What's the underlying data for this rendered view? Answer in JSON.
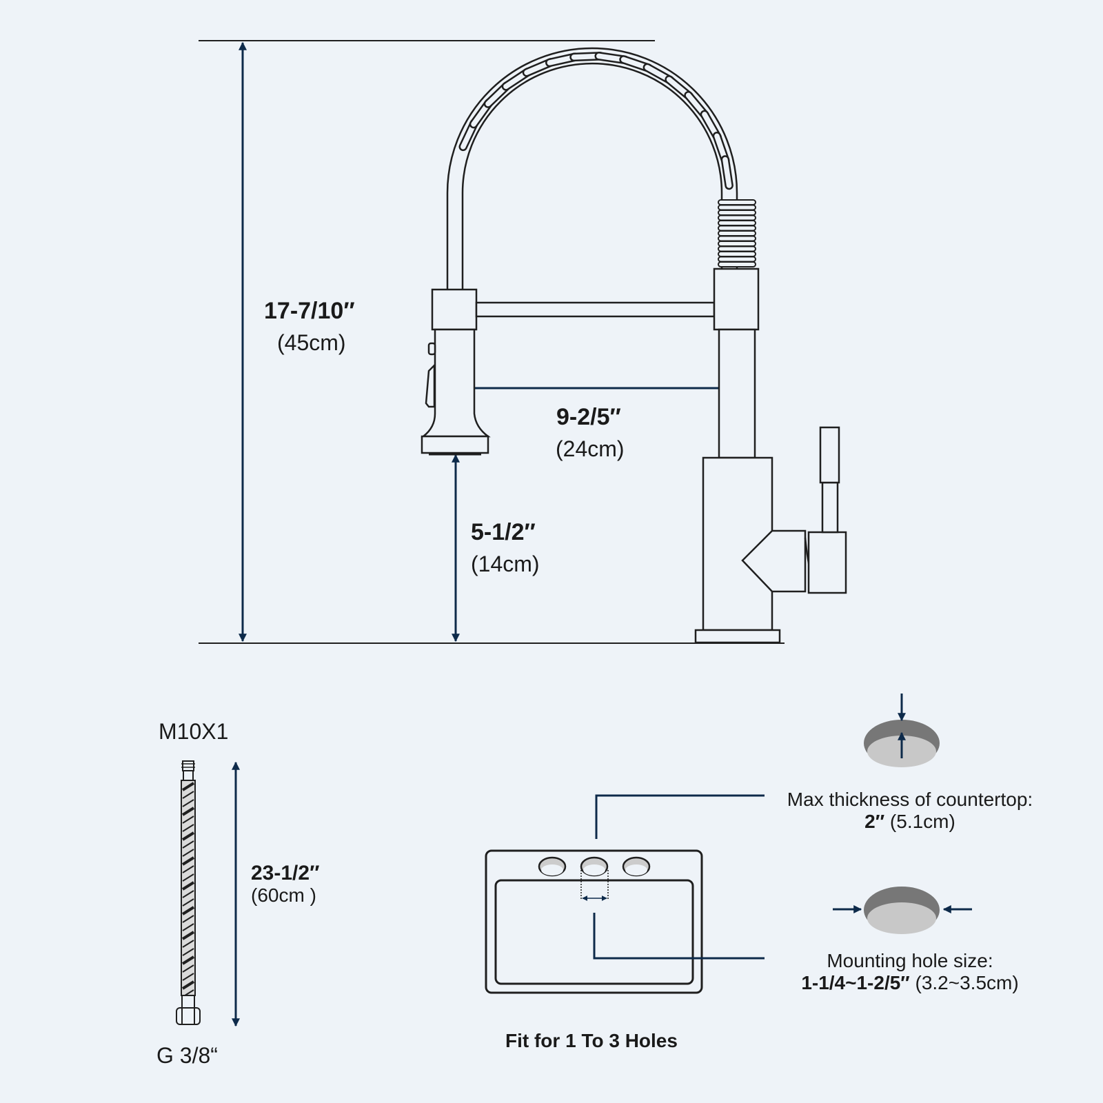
{
  "faucet": {
    "height": {
      "imperial": "17-7/10″",
      "metric": "(45cm)"
    },
    "reach": {
      "imperial": "9-2/5″",
      "metric": "(24cm)"
    },
    "spout_clearance": {
      "imperial": "5-1/2″",
      "metric": "(14cm)"
    }
  },
  "hose": {
    "top_thread": "M10X1",
    "bottom_thread": "G 3/8“",
    "length": {
      "imperial": "23-1/2″",
      "metric": "(60cm )"
    }
  },
  "sink": {
    "caption": "Fit for 1 To 3 Holes",
    "thickness": {
      "label": "Max thickness of countertop:",
      "value": "2″",
      "metric": "(5.1cm)"
    },
    "hole": {
      "label": "Mounting hole size:",
      "value": "1-1/4~1-2/5″",
      "metric": "(3.2~3.5cm)"
    }
  },
  "colors": {
    "line": "#1f1f1f",
    "arrow": "#0d2a4a",
    "background": "#eef3f8",
    "hole_fill": "#c8c8c8",
    "hole_rim": "#777777"
  }
}
